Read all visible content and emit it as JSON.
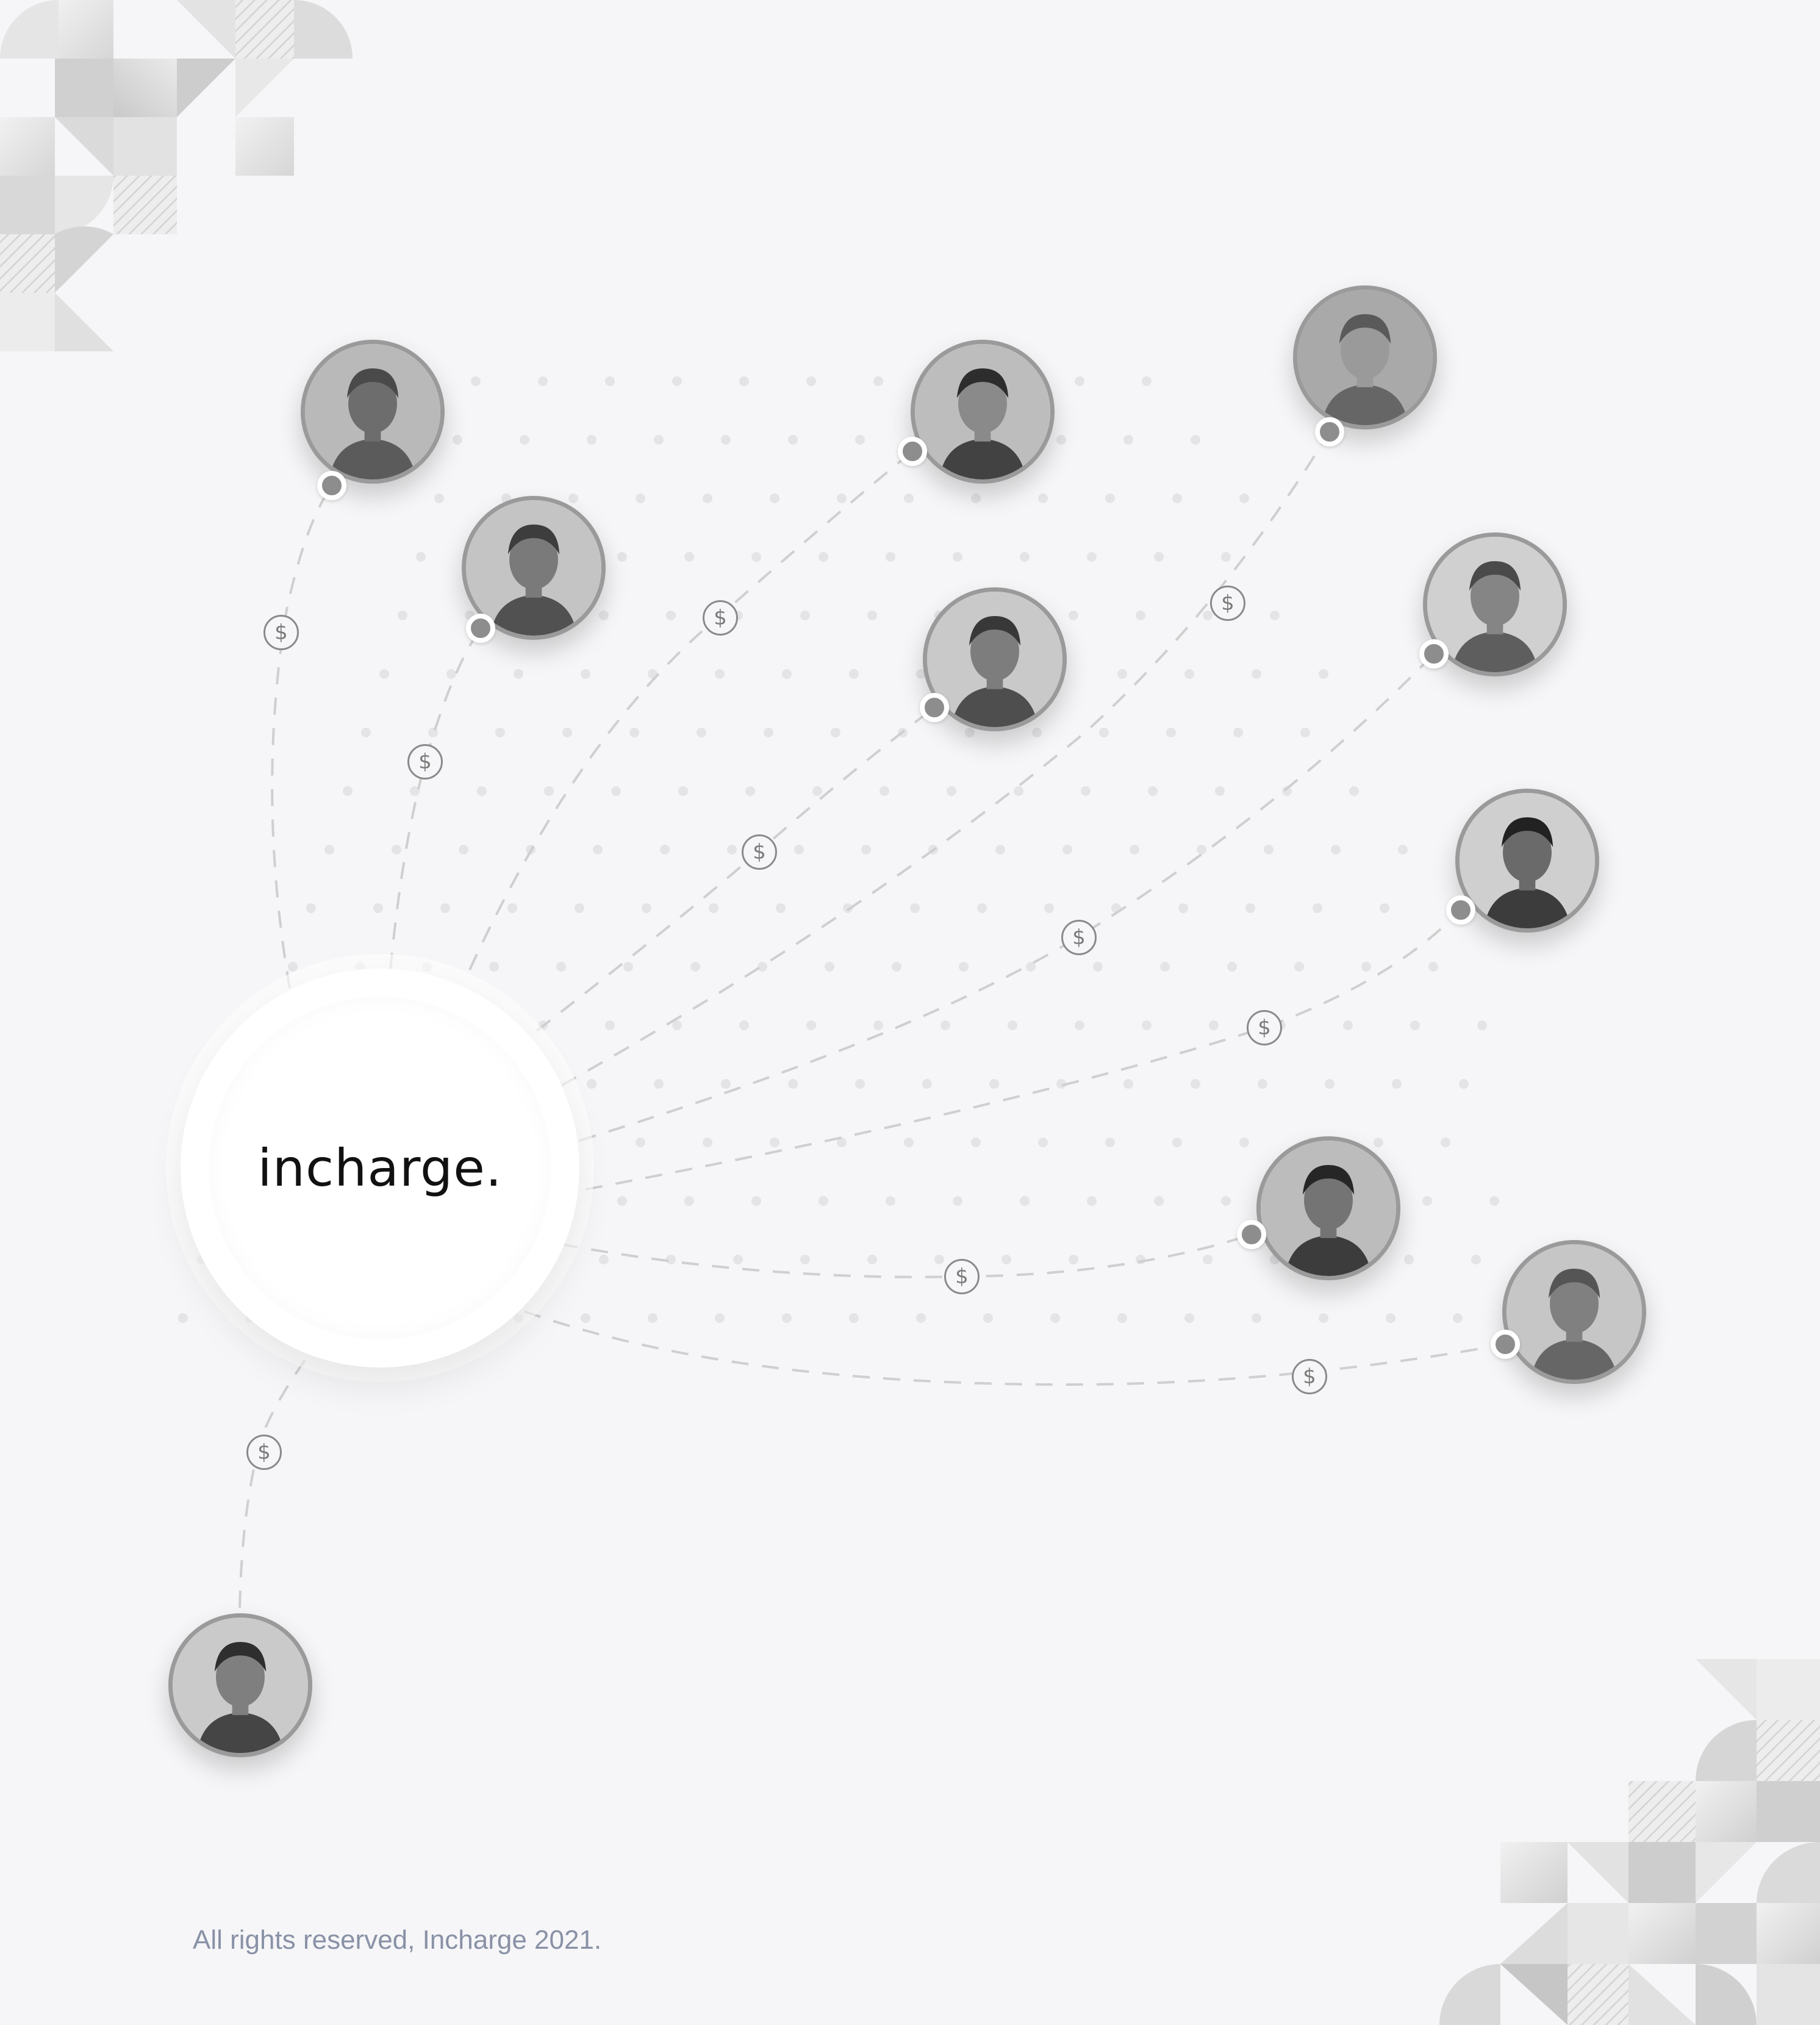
{
  "brand": {
    "logo_text": "incharge."
  },
  "footer": {
    "text": "All rights reserved, Incharge 2021."
  },
  "colors": {
    "background": "#f6f6f8",
    "connector": "#8d8d8d",
    "line": "#cfcfcf",
    "footer_text": "#8991a6"
  },
  "icons": {
    "coin": "dollar-coin-icon",
    "connector": "connector-dot-icon"
  },
  "people": [
    {
      "id": "person-1"
    },
    {
      "id": "person-2"
    },
    {
      "id": "person-3"
    },
    {
      "id": "person-4"
    },
    {
      "id": "person-5"
    },
    {
      "id": "person-6"
    },
    {
      "id": "person-7"
    },
    {
      "id": "person-8"
    },
    {
      "id": "person-9"
    },
    {
      "id": "person-10"
    },
    {
      "id": "person-11"
    }
  ]
}
